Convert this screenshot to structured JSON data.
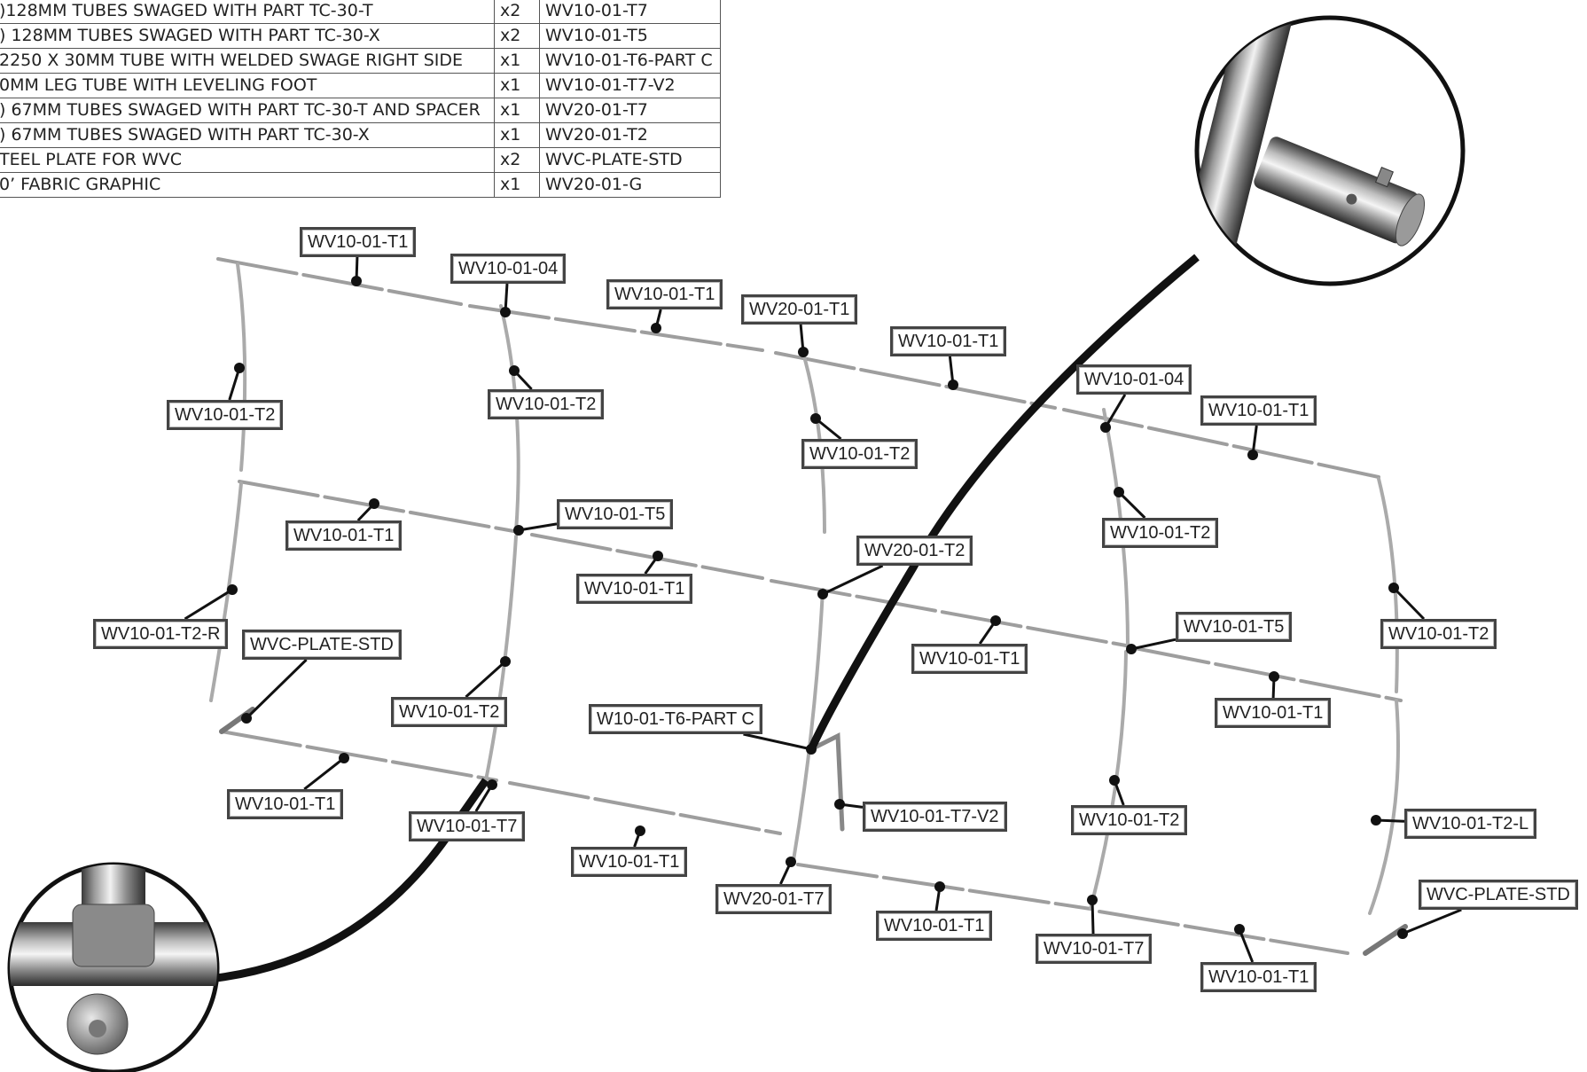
{
  "parts_table": {
    "rows": [
      {
        "description": ")128MM TUBES SWAGED WITH PART TC-30-T",
        "qty": "x2",
        "part": "WV10-01-T7"
      },
      {
        "description": ") 128MM TUBES SWAGED WITH PART TC-30-X",
        "qty": "x2",
        "part": "WV10-01-T5"
      },
      {
        "description": "2250 X 30MM TUBE WITH WELDED SWAGE RIGHT SIDE",
        "qty": "x1",
        "part": "WV10-01-T6-PART C"
      },
      {
        "description": "0MM LEG TUBE WITH LEVELING FOOT",
        "qty": "x1",
        "part": "WV10-01-T7-V2"
      },
      {
        "description": ") 67MM TUBES SWAGED WITH PART TC-30-T AND SPACER",
        "qty": "x1",
        "part": "WV20-01-T7"
      },
      {
        "description": ") 67MM TUBES SWAGED WITH PART TC-30-X",
        "qty": "x1",
        "part": "WV20-01-T2"
      },
      {
        "description": "TEEL PLATE FOR WVC",
        "qty": "x2",
        "part": "WVC-PLATE-STD"
      },
      {
        "description": "0’ FABRIC GRAPHIC",
        "qty": "x1",
        "part": "WV20-01-G"
      }
    ]
  },
  "diagram": {
    "callouts": [
      "WV10-01-T1",
      "WV10-01-04",
      "WV10-01-T1",
      "WV20-01-T1",
      "WV10-01-T1",
      "WV10-01-T2",
      "WV10-01-T2",
      "WV10-01-T2",
      "WV10-01-04",
      "WV10-01-T1",
      "WV10-01-T1",
      "WV10-01-T5",
      "WV10-01-T1",
      "WV20-01-T2",
      "WV10-01-T2",
      "WV10-01-T2-R",
      "WVC-PLATE-STD",
      "WV10-01-T1",
      "WV10-01-T5",
      "WV10-01-T2",
      "WV10-01-T2",
      "W10-01-T6-PART C",
      "WV10-01-T1",
      "WV10-01-T1",
      "WV10-01-T7-V2",
      "WV10-01-T7",
      "WV10-01-T2",
      "WV10-01-T2-L",
      "WV10-01-T1",
      "WV20-01-T7",
      "WV10-01-T1",
      "WVC-PLATE-STD",
      "WV10-01-T7",
      "WV10-01-T1"
    ]
  }
}
